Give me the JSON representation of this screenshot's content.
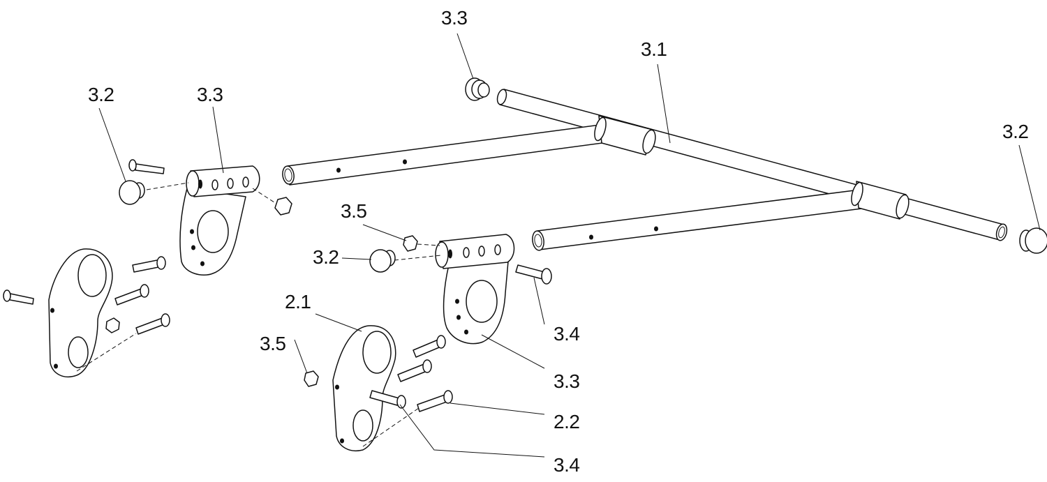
{
  "callouts": {
    "tube_frame": "3.1",
    "end_cap_left": "3.2",
    "end_cap_right": "3.2",
    "end_cap_center": "3.2",
    "clamp_left": "3.3",
    "plug_top": "3.3",
    "clamp_right": "3.3",
    "nut_upper": "3.5",
    "nut_lower": "3.5",
    "bolt_right": "3.4",
    "bolt_lower": "3.4",
    "bracket": "2.1",
    "bracket_screw": "2.2"
  }
}
